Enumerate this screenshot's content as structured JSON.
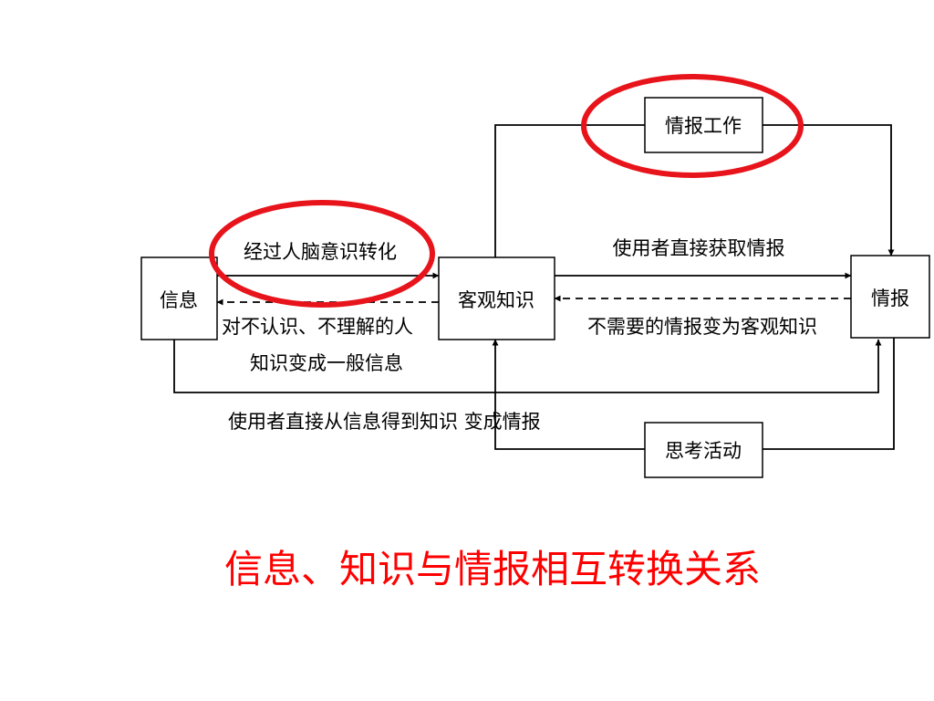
{
  "nodes": {
    "info": "信息",
    "knowledge": "客观知识",
    "intel": "情报",
    "intel_work": "情报工作",
    "thinking": "思考活动"
  },
  "edges": {
    "brain": "经过人脑意识转化",
    "direct_intel": "使用者直接获取情报",
    "unknown_1": "对不认识、不理解的人",
    "unknown_2": "知识变成一般信息",
    "unneeded": "不需要的情报变为客观知识",
    "from_info": "使用者直接从信息得到知识 变成情报"
  },
  "caption": "信息、知识与情报相互转换关系",
  "colors": {
    "highlight_ring": "#e8141b",
    "caption": "#ff0000",
    "lines": "#000000"
  }
}
